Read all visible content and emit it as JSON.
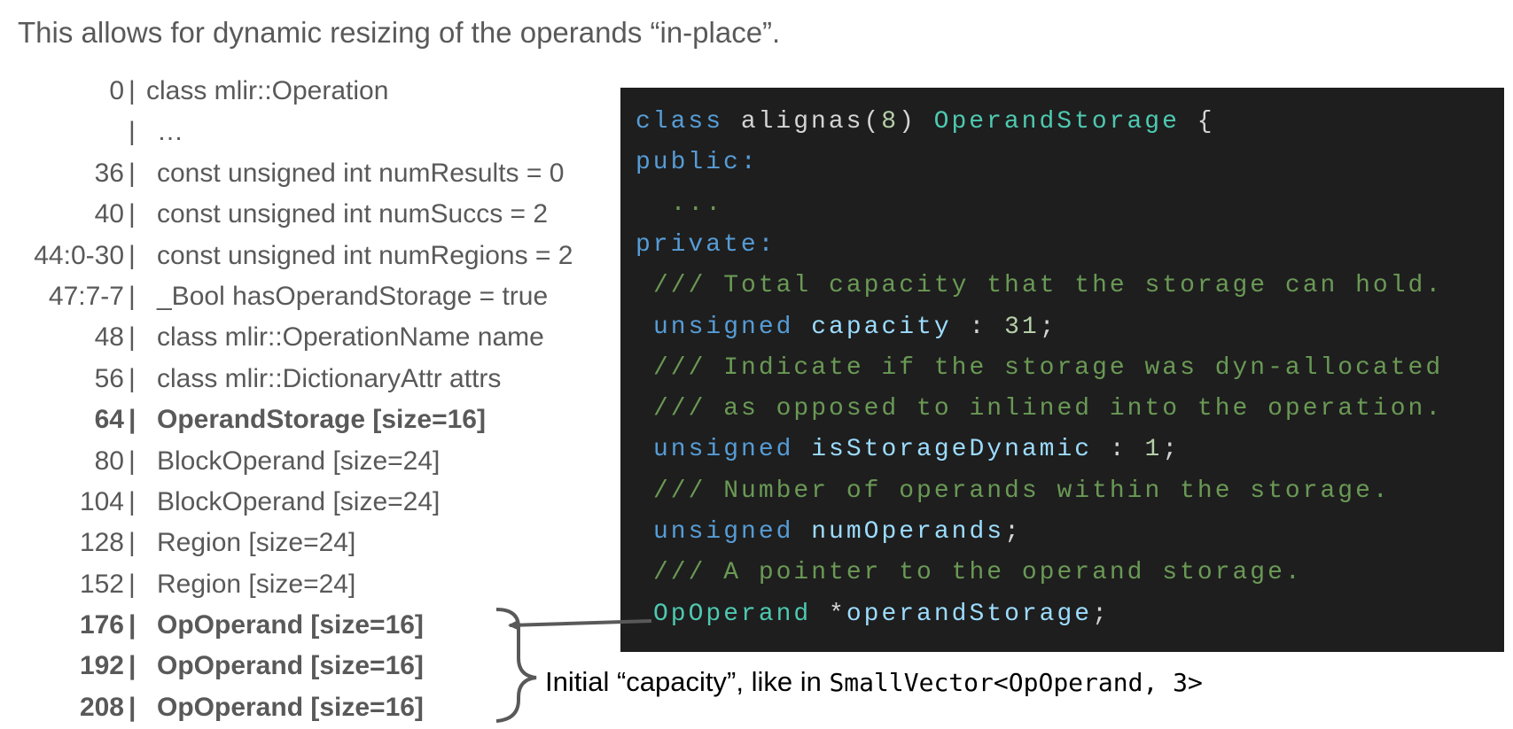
{
  "title": "This allows for dynamic resizing of the operands “in-place”.",
  "layout_rows": [
    {
      "offset": "0",
      "text": "class mlir::Operation",
      "bold": false
    },
    {
      "offset": "",
      "text": "…",
      "bold": false
    },
    {
      "offset": "36",
      "text": "const unsigned int numResults = 0",
      "bold": false
    },
    {
      "offset": "40",
      "text": "const unsigned int numSuccs = 2",
      "bold": false
    },
    {
      "offset": "44:0-30",
      "text": "const unsigned int numRegions = 2",
      "bold": false
    },
    {
      "offset": "47:7-7",
      "text": "_Bool hasOperandStorage = true",
      "bold": false
    },
    {
      "offset": "48",
      "text": "class mlir::OperationName name",
      "bold": false
    },
    {
      "offset": "56",
      "text": "class mlir::DictionaryAttr attrs",
      "bold": false
    },
    {
      "offset": "64",
      "text": "OperandStorage [size=16]",
      "bold": true
    },
    {
      "offset": "80",
      "text": "BlockOperand [size=24]",
      "bold": false
    },
    {
      "offset": "104",
      "text": "BlockOperand [size=24]",
      "bold": false
    },
    {
      "offset": "128",
      "text": "Region [size=24]",
      "bold": false
    },
    {
      "offset": "152",
      "text": "Region [size=24]",
      "bold": false
    },
    {
      "offset": "176",
      "text": "OpOperand [size=16]",
      "bold": true
    },
    {
      "offset": "192",
      "text": "OpOperand [size=16]",
      "bold": true
    },
    {
      "offset": "208",
      "text": "OpOperand [size=16]",
      "bold": true
    }
  ],
  "pipe": "|",
  "code_lines": [
    {
      "indent": false,
      "tokens": [
        [
          "kw",
          "class "
        ],
        [
          "pl",
          "alignas("
        ],
        [
          "nm",
          "8"
        ],
        [
          "pl",
          ") "
        ],
        [
          "ty",
          "OperandStorage"
        ],
        [
          "pl",
          " {"
        ]
      ]
    },
    {
      "indent": false,
      "tokens": [
        [
          "kw",
          "public:"
        ]
      ]
    },
    {
      "indent": false,
      "tokens": [
        [
          "cm",
          "  ..."
        ]
      ]
    },
    {
      "indent": false,
      "tokens": [
        [
          "kw",
          "private:"
        ]
      ]
    },
    {
      "indent": true,
      "tokens": [
        [
          "cm",
          "/// Total capacity that the storage can hold."
        ]
      ]
    },
    {
      "indent": true,
      "tokens": [
        [
          "kw",
          "unsigned "
        ],
        [
          "id",
          "capacity"
        ],
        [
          "pl",
          " : "
        ],
        [
          "nm",
          "31"
        ],
        [
          "pl",
          ";"
        ]
      ]
    },
    {
      "indent": true,
      "tokens": [
        [
          "cm",
          "/// Indicate if the storage was dyn-allocated"
        ]
      ]
    },
    {
      "indent": true,
      "tokens": [
        [
          "cm",
          "/// as opposed to inlined into the operation."
        ]
      ]
    },
    {
      "indent": true,
      "tokens": [
        [
          "kw",
          "unsigned "
        ],
        [
          "id",
          "isStorageDynamic"
        ],
        [
          "pl",
          " : "
        ],
        [
          "nm",
          "1"
        ],
        [
          "pl",
          ";"
        ]
      ]
    },
    {
      "indent": true,
      "tokens": [
        [
          "cm",
          "/// Number of operands within the storage."
        ]
      ]
    },
    {
      "indent": true,
      "tokens": [
        [
          "kw",
          "unsigned "
        ],
        [
          "id",
          "numOperands"
        ],
        [
          "pl",
          ";"
        ]
      ]
    },
    {
      "indent": true,
      "tokens": [
        [
          "cm",
          "/// A pointer to the operand storage."
        ]
      ]
    },
    {
      "indent": true,
      "tokens": [
        [
          "ty",
          "OpOperand "
        ],
        [
          "pl",
          "*"
        ],
        [
          "id",
          "operandStorage"
        ],
        [
          "pl",
          ";"
        ]
      ]
    }
  ],
  "note": {
    "prefix": "Initial “capacity”, like in ",
    "code": "SmallVector<OpOperand, 3>"
  },
  "colors": {
    "text": "#595959",
    "code_bg": "#1e1e1e",
    "keyword": "#569cd6",
    "type": "#4ec9b0",
    "comment": "#6a9955",
    "identifier": "#9cdcfe"
  }
}
